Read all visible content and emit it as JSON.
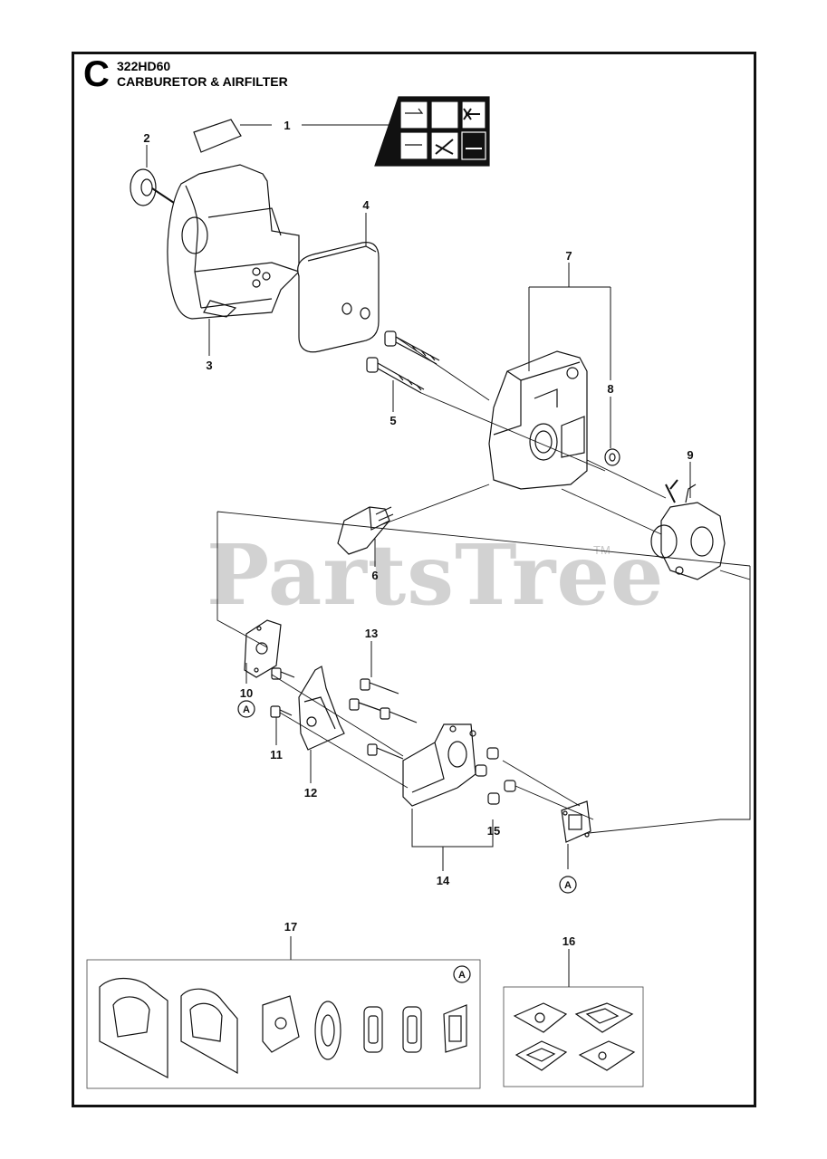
{
  "header": {
    "section_letter": "C",
    "model": "322HD60",
    "title": "CARBURETOR & AIRFILTER"
  },
  "watermark": {
    "text": "PartsTree",
    "tm": "TM"
  },
  "callouts": [
    "1",
    "2",
    "3",
    "4",
    "5",
    "6",
    "7",
    "8",
    "9",
    "10",
    "11",
    "12",
    "13",
    "14",
    "15",
    "16",
    "17"
  ],
  "ref_marker": "A"
}
